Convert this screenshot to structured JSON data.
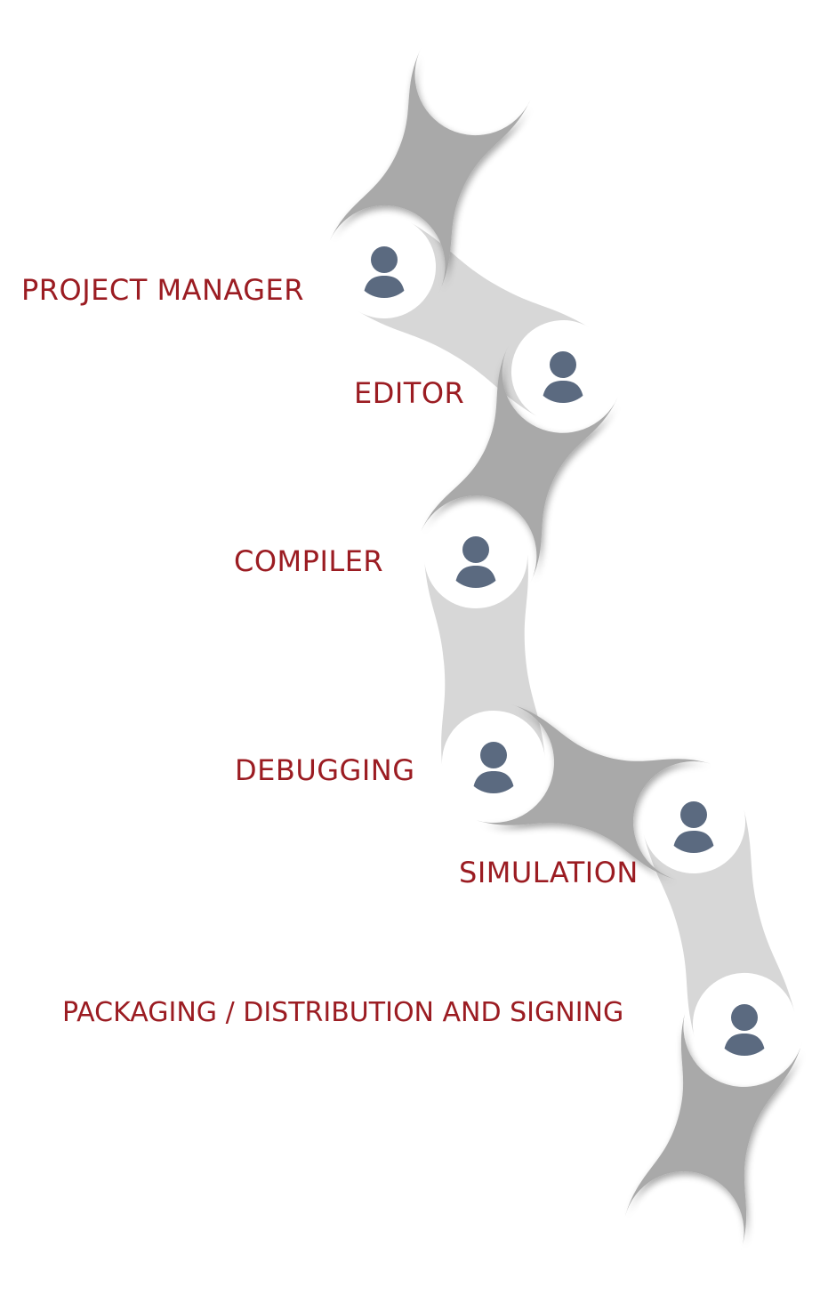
{
  "colors": {
    "outer_link": "#a9a9a9",
    "inner_link": "#d7d7d7",
    "hole": "#ffffff",
    "person_icon": "#5b6a80",
    "label_text": "#9b1c22"
  },
  "stages": [
    {
      "label": "PROJECT MANAGER",
      "icon": "person-icon"
    },
    {
      "label": "EDITOR",
      "icon": "person-icon"
    },
    {
      "label": "COMPILER",
      "icon": "person-icon"
    },
    {
      "label": "DEBUGGING",
      "icon": "person-icon"
    },
    {
      "label": "SIMULATION",
      "icon": "person-icon"
    },
    {
      "label": "PACKAGING / DISTRIBUTION AND SIGNING",
      "icon": "person-icon"
    }
  ]
}
